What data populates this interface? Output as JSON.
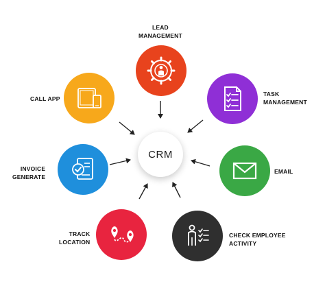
{
  "diagram": {
    "center_label": "CRM",
    "nodes": [
      {
        "id": "lead",
        "label": "LEAD\nMANAGEMENT",
        "color": "#e8431d",
        "icon": "gear-person-icon"
      },
      {
        "id": "task",
        "label": "TASK\nMANAGEMENT",
        "color": "#8f2fd6",
        "icon": "checklist-document-icon"
      },
      {
        "id": "email",
        "label": "EMAIL",
        "color": "#3aa845",
        "icon": "envelope-icon"
      },
      {
        "id": "employee",
        "label": "CHECK EMPLOYEE\nACTIVITY",
        "color": "#2f2f2f",
        "icon": "person-checklist-icon"
      },
      {
        "id": "track",
        "label": "TRACK\nLOCATION",
        "color": "#e8243f",
        "icon": "map-route-icon"
      },
      {
        "id": "invoice",
        "label": "INVOICE\nGENERATE",
        "color": "#1f8fdc",
        "icon": "invoice-check-icon"
      },
      {
        "id": "callapp",
        "label": "CALL APP",
        "color": "#f7a81b",
        "icon": "tablet-phone-icon"
      }
    ]
  }
}
